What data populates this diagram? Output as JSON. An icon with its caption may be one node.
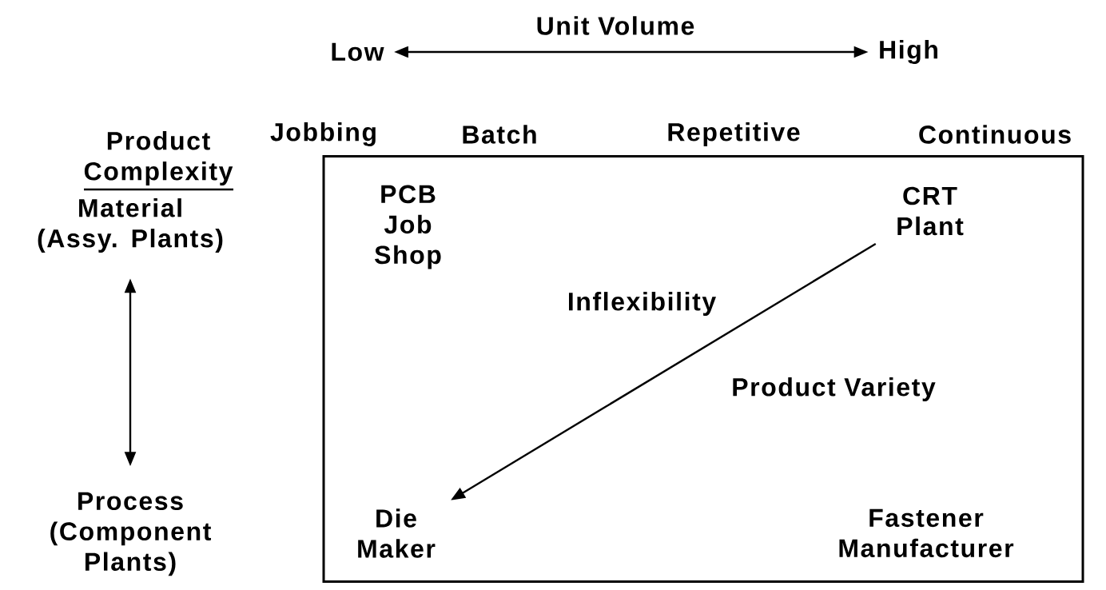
{
  "diagram": {
    "nodes": [
      {
        "text": [
          "Low"
        ]
      },
      {
        "text": [
          "High"
        ]
      },
      {
        "text": [
          "Material (Assy. Plants)"
        ]
      },
      {
        "text": [
          "Process (Component Plants)"
        ]
      },
      {
        "text": [],
        "shape": "box"
      },
      {
        "text": [
          "PCB Job Shop"
        ],
        "in": 4
      },
      {
        "text": [
          "CRT Plant"
        ],
        "in": 4
      },
      {
        "text": [
          "Die Maker"
        ],
        "in": 4
      },
      {
        "text": [
          "Fastener Manufacturer"
        ],
        "in": 4
      }
    ],
    "edges": [
      {
        "from": 0,
        "to": 1,
        "arrow": "both"
      },
      {
        "from": 2,
        "to": 3,
        "arrow": "both"
      },
      {
        "from": 6,
        "to": 7,
        "arrow": "to"
      }
    ],
    "labels": [
      "Unit Volume",
      "Product Complexity",
      "Jobbing",
      "Batch",
      "Repetitive",
      "Continuous",
      "Inflexibility",
      "Product Variety"
    ]
  }
}
